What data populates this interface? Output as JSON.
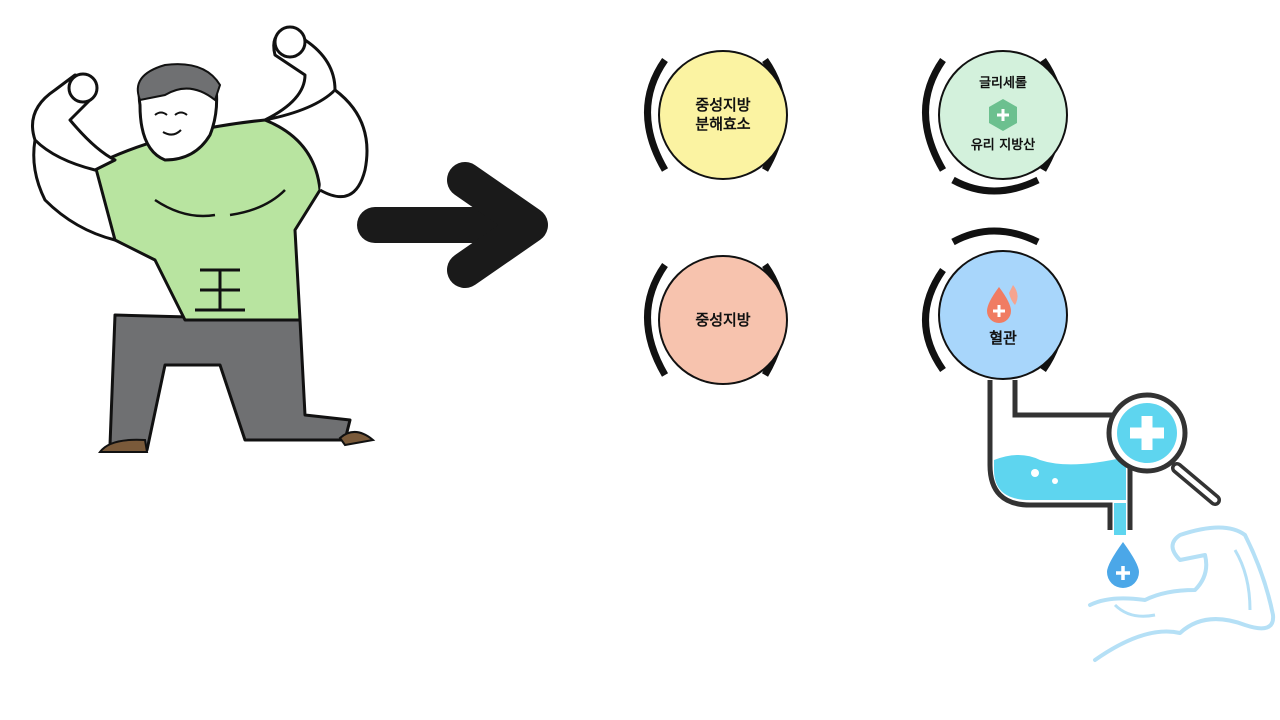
{
  "nodes": {
    "enzyme": {
      "line1": "중성지방",
      "line2": "분해효소",
      "color": "#fbf3a2"
    },
    "glycerol": {
      "top": "글리세롤",
      "bottom": "유리 지방산",
      "color": "#d3f1dc",
      "icon_color": "#6cc08f"
    },
    "triglyceride": {
      "label": "중성지방",
      "color": "#f7c3ae"
    },
    "vessel": {
      "label": "혈관",
      "color": "#a8d6fb",
      "icon_color": "#f07c62"
    }
  },
  "icons": {
    "man": "flexing-man-illustration",
    "arrow": "right-arrow-icon",
    "pipe": "pipe-with-blue-liquid-icon",
    "magnifier": "magnifier-medical-cross-icon",
    "drop": "water-drop-plus-icon",
    "arm": "flexed-arm-outline-icon"
  },
  "colors": {
    "shirt": "#b8e4a0",
    "pants": "#6f7072",
    "skin": "#ffffff",
    "arrow": "#1a1a1a",
    "liquid": "#5ed5ef",
    "magnifier_fill": "#5ed5ef",
    "arm_outline": "#b5e0f6"
  }
}
